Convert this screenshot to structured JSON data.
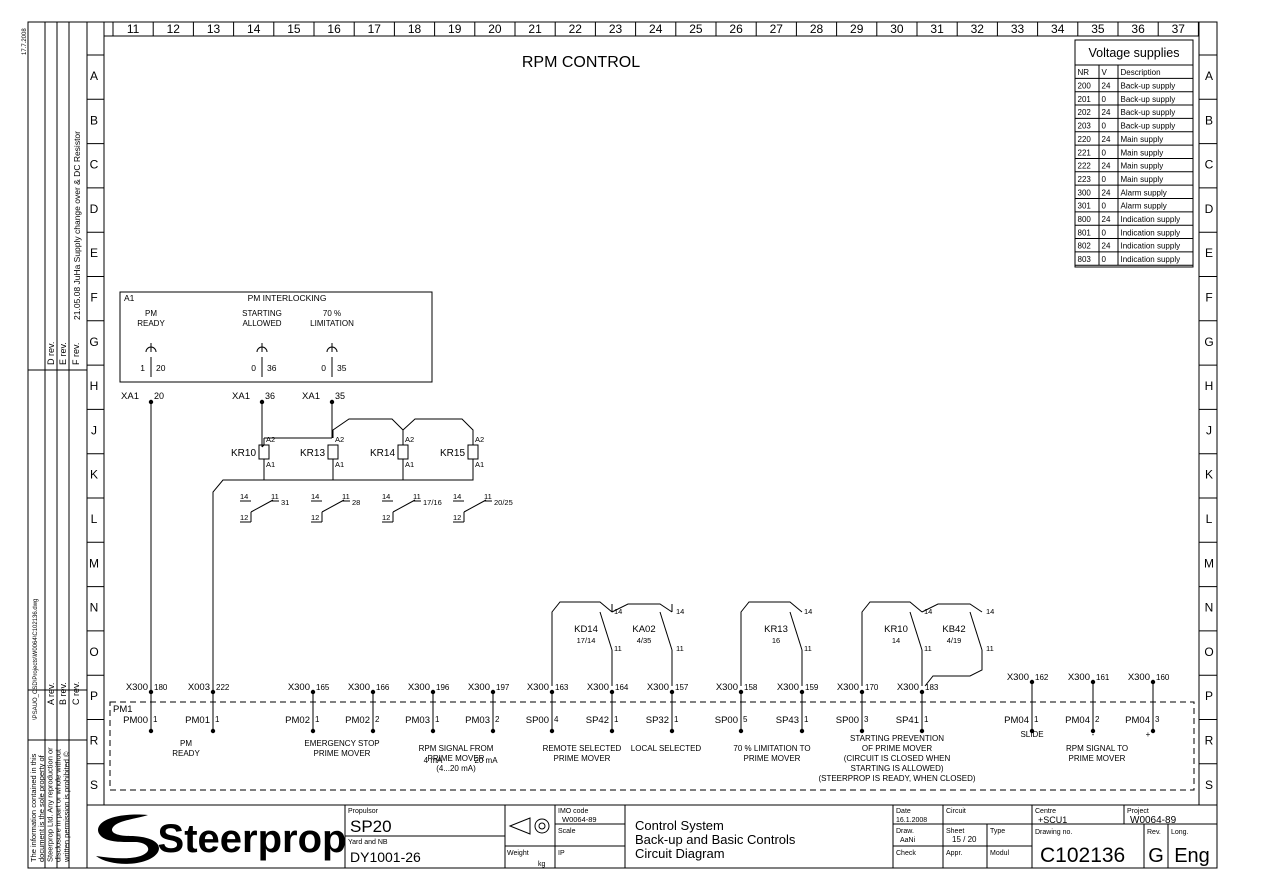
{
  "title": "RPM CONTROL",
  "columns": [
    "11",
    "12",
    "13",
    "14",
    "15",
    "16",
    "17",
    "18",
    "19",
    "20",
    "21",
    "22",
    "23",
    "24",
    "25",
    "26",
    "27",
    "28",
    "29",
    "30",
    "31",
    "32",
    "33",
    "34",
    "35",
    "36",
    "37"
  ],
  "rows": [
    "A",
    "B",
    "C",
    "D",
    "E",
    "F",
    "G",
    "H",
    "J",
    "K",
    "L",
    "M",
    "N",
    "O",
    "P",
    "R",
    "S"
  ],
  "left_strip": {
    "notice": [
      "The information contained in this",
      "document is the sole property of",
      "Steerprop Ltd. Any reproduction or",
      "disclosure in part or whole without",
      "written permission is prohibited ©"
    ],
    "file_path": "\\PSAUO_CSD\\Projects\\W0064\\C102136.dwg",
    "date_top": "17.7.2008",
    "rev_labels": [
      "A rev.",
      "B rev.",
      "C rev.",
      "D rev.",
      "E rev.",
      "F rev."
    ],
    "rev_f_note": "21.05.08 JuHa Supply change over & DC Resistor"
  },
  "voltage_supplies": {
    "title": "Voltage supplies",
    "headers": [
      "NR",
      "V",
      "Description"
    ],
    "rows": [
      [
        "200",
        "24",
        "Back-up supply"
      ],
      [
        "201",
        "0",
        "Back-up supply"
      ],
      [
        "202",
        "24",
        "Back-up supply"
      ],
      [
        "203",
        "0",
        "Back-up supply"
      ],
      [
        "220",
        "24",
        "Main supply"
      ],
      [
        "221",
        "0",
        "Main supply"
      ],
      [
        "222",
        "24",
        "Main supply"
      ],
      [
        "223",
        "0",
        "Main supply"
      ],
      [
        "300",
        "24",
        "Alarm supply"
      ],
      [
        "301",
        "0",
        "Alarm supply"
      ],
      [
        "800",
        "24",
        "Indication supply"
      ],
      [
        "801",
        "0",
        "Indication supply"
      ],
      [
        "802",
        "24",
        "Indication supply"
      ],
      [
        "803",
        "0",
        "Indication supply"
      ]
    ]
  },
  "interlock": {
    "tag": "A1",
    "title": "PM INTERLOCKING",
    "items": [
      {
        "label": "PM\nREADY",
        "left": "1",
        "right": "20",
        "xa": "XA1",
        "xa_pin": "20"
      },
      {
        "label": "STARTING\nALLOWED",
        "left": "0",
        "right": "36",
        "xa": "XA1",
        "xa_pin": "36"
      },
      {
        "label": "70 %\nLIMITATION",
        "left": "0",
        "right": "35",
        "xa": "XA1",
        "xa_pin": "35"
      }
    ]
  },
  "relays": [
    {
      "name": "KR10",
      "a1": "A1",
      "a2": "A2"
    },
    {
      "name": "KR13",
      "a1": "A1",
      "a2": "A2"
    },
    {
      "name": "KR14",
      "a1": "A1",
      "a2": "A2"
    },
    {
      "name": "KR15",
      "a1": "A1",
      "a2": "A2"
    }
  ],
  "relay_contacts": [
    {
      "p14": "14",
      "p11": "11",
      "p12": "12",
      "ref": "31"
    },
    {
      "p14": "14",
      "p11": "11",
      "p12": "12",
      "ref": "28"
    },
    {
      "p14": "14",
      "p11": "11",
      "p12": "12",
      "ref": "17/16"
    },
    {
      "p14": "14",
      "p11": "11",
      "p12": "12",
      "ref": "20/25"
    }
  ],
  "contact_groups": [
    {
      "contacts": [
        {
          "name": "KD14",
          "ref": "17/14"
        },
        {
          "name": "KA02",
          "ref": "4/35"
        }
      ]
    },
    {
      "contacts": [
        {
          "name": "KR13",
          "ref": "16"
        }
      ]
    },
    {
      "contacts": [
        {
          "name": "KR10",
          "ref": "14"
        },
        {
          "name": "KB42",
          "ref": "4/19"
        }
      ]
    }
  ],
  "contact_pins": {
    "p14": "14",
    "p11": "11"
  },
  "terminals": [
    {
      "block": "X300",
      "pin": "180"
    },
    {
      "block": "X003",
      "pin": "222"
    },
    {
      "block": "X300",
      "pin": "165"
    },
    {
      "block": "X300",
      "pin": "166"
    },
    {
      "block": "X300",
      "pin": "196"
    },
    {
      "block": "X300",
      "pin": "197"
    },
    {
      "block": "X300",
      "pin": "163"
    },
    {
      "block": "X300",
      "pin": "164"
    },
    {
      "block": "X300",
      "pin": "157"
    },
    {
      "block": "X300",
      "pin": "158"
    },
    {
      "block": "X300",
      "pin": "159"
    },
    {
      "block": "X300",
      "pin": "170"
    },
    {
      "block": "X300",
      "pin": "183"
    },
    {
      "block": "X300",
      "pin": "162"
    },
    {
      "block": "X300",
      "pin": "161"
    },
    {
      "block": "X300",
      "pin": "160"
    }
  ],
  "pm1": {
    "tag": "PM1",
    "pins": [
      {
        "name": "PM00",
        "n": "1"
      },
      {
        "name": "PM01",
        "n": "1"
      },
      {
        "name": "PM02",
        "n": "1"
      },
      {
        "name": "PM02",
        "n": "2"
      },
      {
        "name": "PM03",
        "n": "1"
      },
      {
        "name": "PM03",
        "n": "2"
      },
      {
        "name": "SP00",
        "n": "4"
      },
      {
        "name": "SP42",
        "n": "1"
      },
      {
        "name": "SP32",
        "n": "1"
      },
      {
        "name": "SP00",
        "n": "5"
      },
      {
        "name": "SP43",
        "n": "1"
      },
      {
        "name": "SP00",
        "n": "3"
      },
      {
        "name": "SP41",
        "n": "1"
      },
      {
        "name": "PM04",
        "n": "1"
      },
      {
        "name": "PM04",
        "n": "2"
      },
      {
        "name": "PM04",
        "n": "3"
      }
    ],
    "labels": {
      "pm_ready": "PM\nREADY",
      "estop": "EMERGENCY STOP\nPRIME MOVER",
      "ma4": "4 mA",
      "ma20": "20 mA",
      "rpm_from": "RPM SIGNAL FROM\nPRIME MOVER\n(4...20 mA)",
      "remote": "REMOTE SELECTED\nPRIME MOVER",
      "local": "LOCAL SELECTED",
      "limit70": "70 % LIMITATION TO\nPRIME MOVER",
      "starting": "STARTING PREVENTION\nOF PRIME MOVER\n(CIRCUIT IS CLOSED WHEN\nSTARTING IS ALLOWED)\n(STEERPROP IS READY, WHEN CLOSED)",
      "slide": "SLIDE",
      "minus": "-",
      "plus": "+",
      "rpm_to": "RPM SIGNAL TO\nPRIME MOVER"
    }
  },
  "title_block": {
    "logo": "Steerprop",
    "propulsor_label": "Propulsor",
    "propulsor": "SP20",
    "yard_label": "Yard and NB",
    "yard": "DY1001-26",
    "scale_label": "Scale",
    "weight_label": "Weight",
    "weight_unit": "kg",
    "imo_label": "IMO code",
    "imo": "W0064-89",
    "ip_label": "IP",
    "description": [
      "Control System",
      "Back-up and Basic Controls",
      "Circuit Diagram"
    ],
    "date_label": "Date",
    "date": "16.1.2008",
    "circuit_label": "Circuit",
    "drawn_label": "Draw.",
    "drawn": "AaNi",
    "sheet_label": "Sheet",
    "sheet": "15 / 20",
    "type_label": "Type",
    "check_label": "Check",
    "appr_label": "Appr.",
    "modul_label": "Modul",
    "centre_label": "Centre",
    "centre": "+SCU1",
    "project_label": "Project",
    "project": "W0064-89",
    "drawing_label": "Drawing no.",
    "drawing": "C102136",
    "rev_label": "Rev.",
    "rev": "G",
    "lang_label": "Long.",
    "lang": "Eng"
  }
}
